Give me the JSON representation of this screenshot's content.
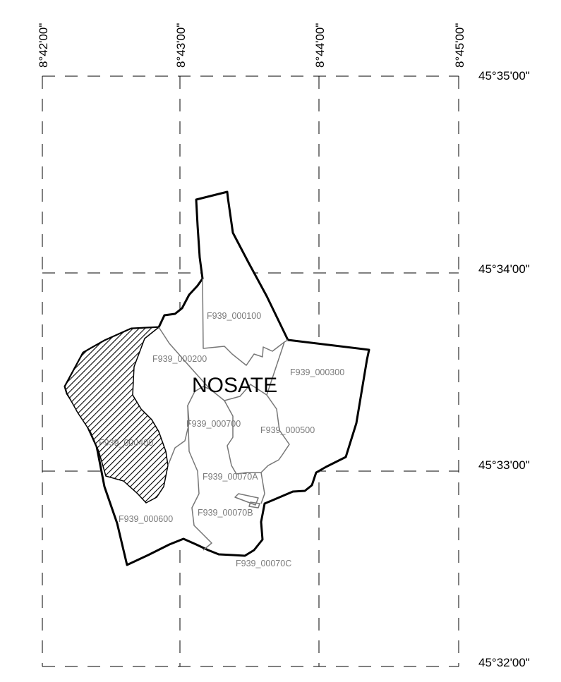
{
  "grid": {
    "longitudes": [
      "8°42'00\"",
      "8°43'00\"",
      "8°44'00\"",
      "8°45'00\""
    ],
    "latitudes": [
      "45°35'00\"",
      "45°34'00\"",
      "45°33'00\"",
      "45°32'00\""
    ]
  },
  "municipality": {
    "name": "NOSATE"
  },
  "parcels": [
    {
      "id": "F939_000100"
    },
    {
      "id": "F939_000200"
    },
    {
      "id": "F939_000300"
    },
    {
      "id": "F939_000400"
    },
    {
      "id": "F939_000500"
    },
    {
      "id": "F939_000600"
    },
    {
      "id": "F939_000700"
    },
    {
      "id": "F939_00070A"
    },
    {
      "id": "F939_00070B"
    },
    {
      "id": "F939_00070C"
    }
  ],
  "colors": {
    "outline": "#000000",
    "parcel_boundary": "#777777",
    "parcel_label": "#7a7a7a",
    "hatch": "#000000"
  }
}
